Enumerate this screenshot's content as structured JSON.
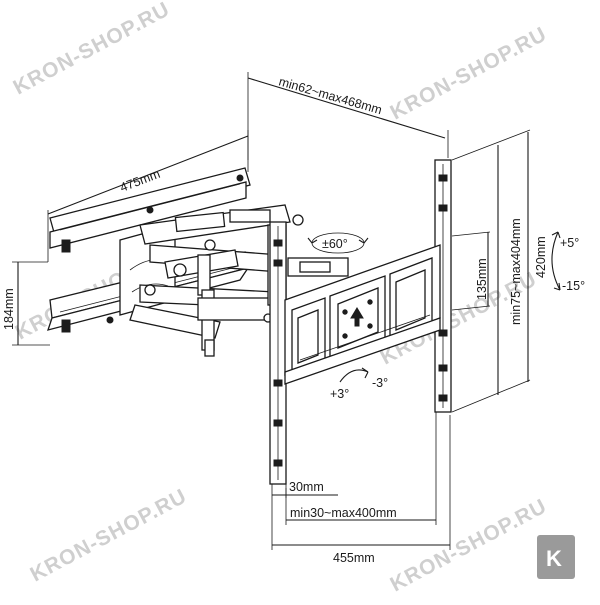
{
  "watermark": "KRON-SHOP.RU",
  "logo_letter": "K",
  "dimensions": {
    "arm_depth": "min62~max468mm",
    "wall_plate_width": "475mm",
    "wall_plate_height": "184mm",
    "swivel": "±60°",
    "vesa_vertical": "min75~max404mm",
    "plate_height": "420mm",
    "small_spacing": "135mm",
    "tilt_up": "+5°",
    "tilt_down": "-15°",
    "level_plus": "+3°",
    "level_minus": "-3°",
    "rail_width": "30mm",
    "vesa_horizontal": "min30~max400mm",
    "plate_width": "455mm"
  }
}
